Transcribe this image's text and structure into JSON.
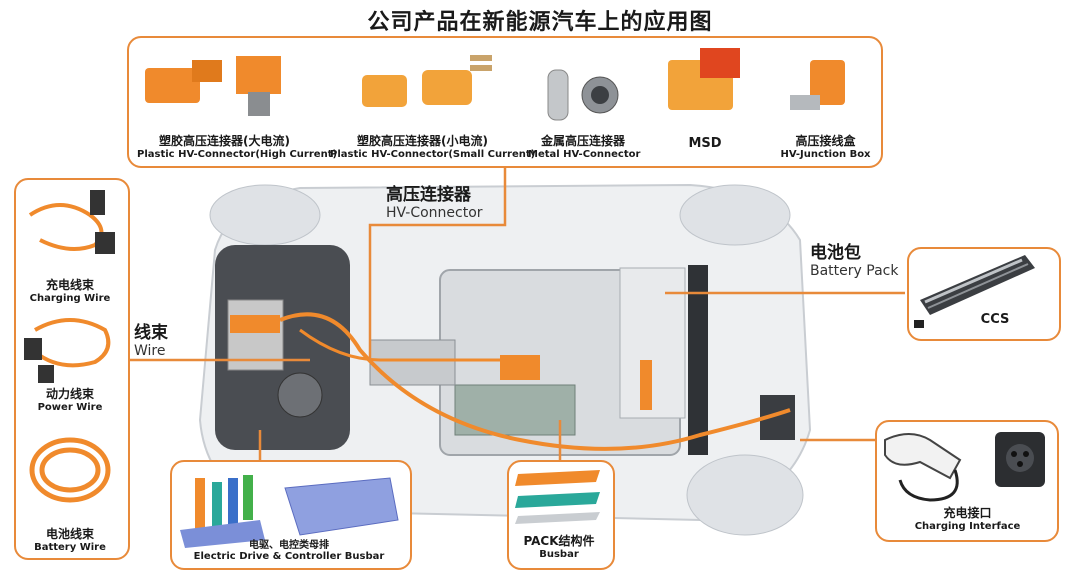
{
  "title": "公司产品在新能源汽车上的应用图",
  "callouts": {
    "hv_connector": {
      "zh": "高压连接器",
      "en": "HV-Connector"
    },
    "wire": {
      "zh": "线束",
      "en": "Wire"
    },
    "battery_pack": {
      "zh": "电池包",
      "en": "Battery Pack"
    }
  },
  "top_products": [
    {
      "zh": "塑胶高压连接器(大电流)",
      "en": "Plastic HV-Connector(High Current)"
    },
    {
      "zh": "塑胶高压连接器(小电流)",
      "en": "Plastic HV-Connector(Small Current)"
    },
    {
      "zh": "金属高压连接器",
      "en": "Metal HV-Connector"
    },
    {
      "zh": "",
      "en": "MSD"
    },
    {
      "zh": "高压接线盒",
      "en": "HV-Junction Box"
    }
  ],
  "wires": [
    {
      "zh": "充电线束",
      "en": "Charging Wire"
    },
    {
      "zh": "动力线束",
      "en": "Power Wire"
    },
    {
      "zh": "电池线束",
      "en": "Battery Wire"
    }
  ],
  "busbar_drive": {
    "zh": "电驱、电控类母排",
    "en": "Electric Drive & Controller Busbar"
  },
  "busbar_pack": {
    "zh": "PACK结构件",
    "en": "Busbar"
  },
  "ccs": {
    "en": "CCS"
  },
  "charging_interface": {
    "zh": "充电接口",
    "en": "Charging Interface"
  },
  "colors": {
    "accent": "#e88a3a",
    "product_orange": "#f08a2c",
    "busbar_teal": "#2aa89a",
    "busbar_blue": "#7b8fd8"
  }
}
